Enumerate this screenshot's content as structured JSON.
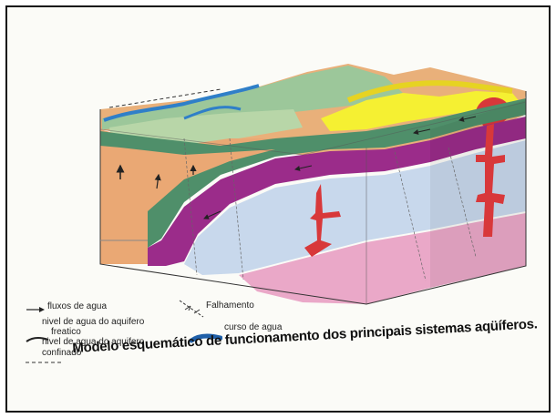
{
  "legend": {
    "flow": "fluxos de agua",
    "phreatic": "nivel de agua do aquifero freatico",
    "phreatic_line1": "nivel de agua do aquifero",
    "phreatic_line2": "freatico",
    "confined_line1": "nivel de agua do aquifero",
    "confined_line2": "confinado",
    "fault": "Falhamento",
    "stream": "curso de agua"
  },
  "caption": "Modelo esquemático de funcionamento dos principais sistemas aqüíferos.",
  "colors": {
    "sand_orange": "#e8a874",
    "green_top": "#8cbf8c",
    "green_dark": "#4f8f6a",
    "purple": "#9b2c8a",
    "light_blue": "#c8d8ec",
    "pink": "#eaa8c8",
    "yellow": "#f5f032",
    "red_intrusion": "#d8383a",
    "water_blue": "#2f7fc8"
  }
}
